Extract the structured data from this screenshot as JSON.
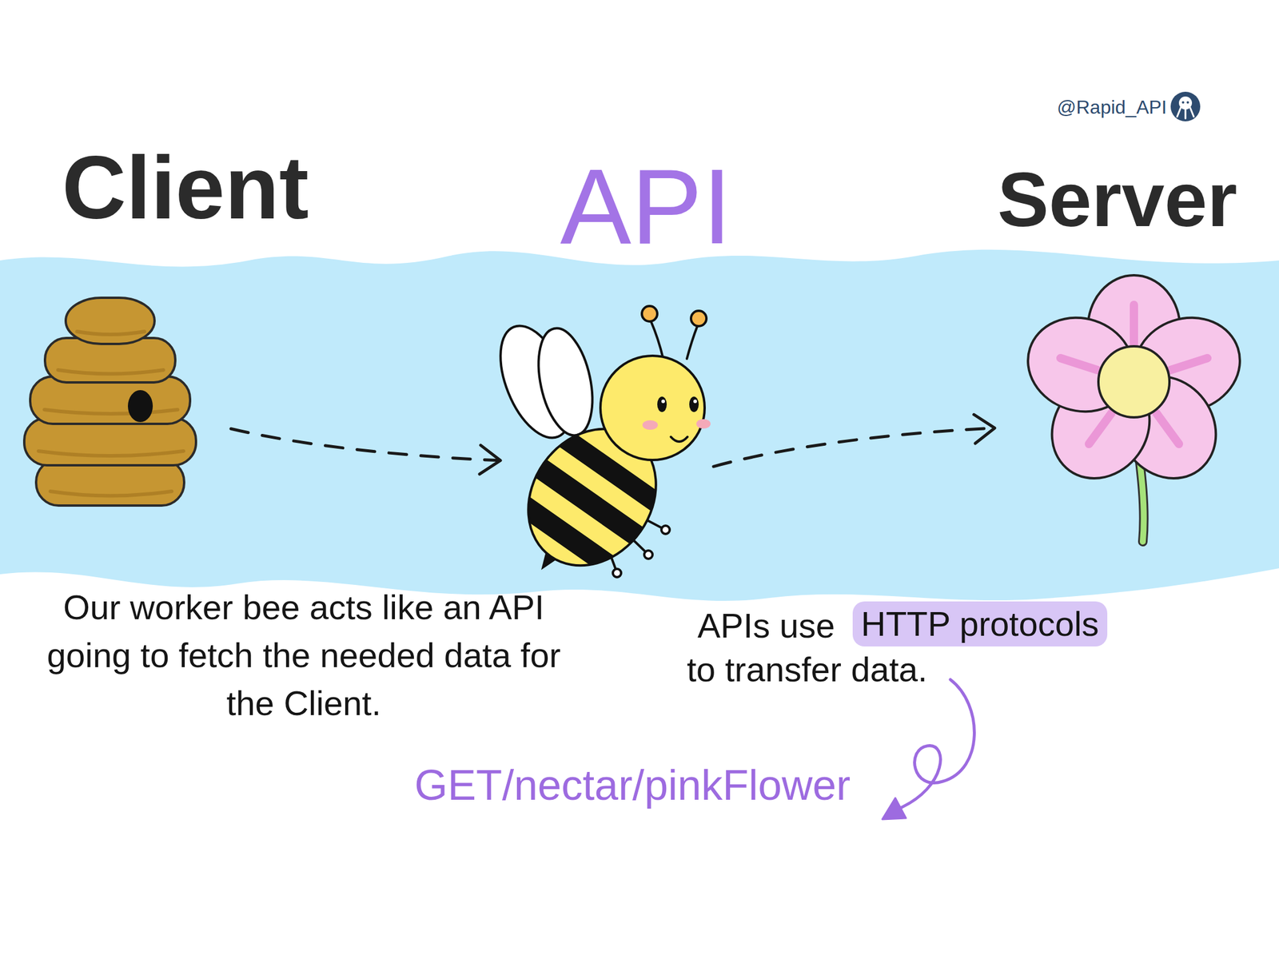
{
  "diagram": {
    "nodes": [
      {
        "text": [
          "Client"
        ]
      },
      {
        "text": [
          "API"
        ]
      },
      {
        "text": [
          "Server"
        ]
      }
    ],
    "edges": [
      {
        "from": 0,
        "to": 1,
        "arrow": "to"
      },
      {
        "from": 1,
        "to": 2,
        "arrow": "to"
      }
    ],
    "labels": [
      "@Rapid_API",
      "Our worker bee acts like an API going to fetch the needed data for the Client.",
      "APIs use",
      "HTTP protocols",
      "to transfer data.",
      "GET/nectar/pinkFlower"
    ]
  }
}
